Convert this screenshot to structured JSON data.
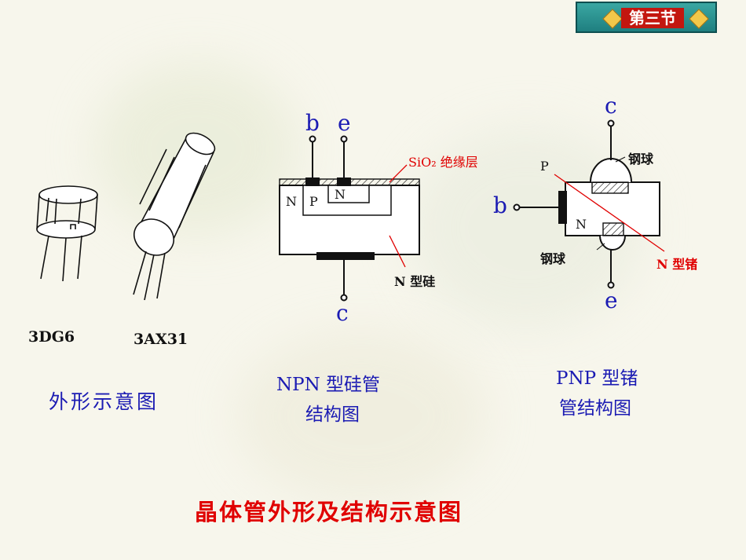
{
  "badge": {
    "label": "第三节"
  },
  "shapes": {
    "label_3dg6": "3DG6",
    "label_3ax31": "3AX31",
    "caption": "外形示意图"
  },
  "npn": {
    "terminal_b": "b",
    "terminal_e": "e",
    "terminal_c": "c",
    "region_n_left": "N",
    "region_p": "P",
    "region_n_emitter": "N",
    "sio2": "SiO₂ 绝缘层",
    "n_silicon": "N 型硅",
    "caption_line1": "NPN 型硅管",
    "caption_line2": "结构图"
  },
  "pnp": {
    "terminal_c": "c",
    "terminal_b": "b",
    "terminal_e": "e",
    "region_p": "P",
    "region_n": "N",
    "ball_top": "钢球",
    "ball_bottom": "钢球",
    "n_germanium": "N 型锗",
    "caption_line1": "PNP 型锗",
    "caption_line2": "管结构图"
  },
  "title": "晶体管外形及结构示意图",
  "colors": {
    "blue": "#1b1bb3",
    "red": "#e00000",
    "badge_red": "#c3160f",
    "badge_teal": "#2a9593"
  }
}
